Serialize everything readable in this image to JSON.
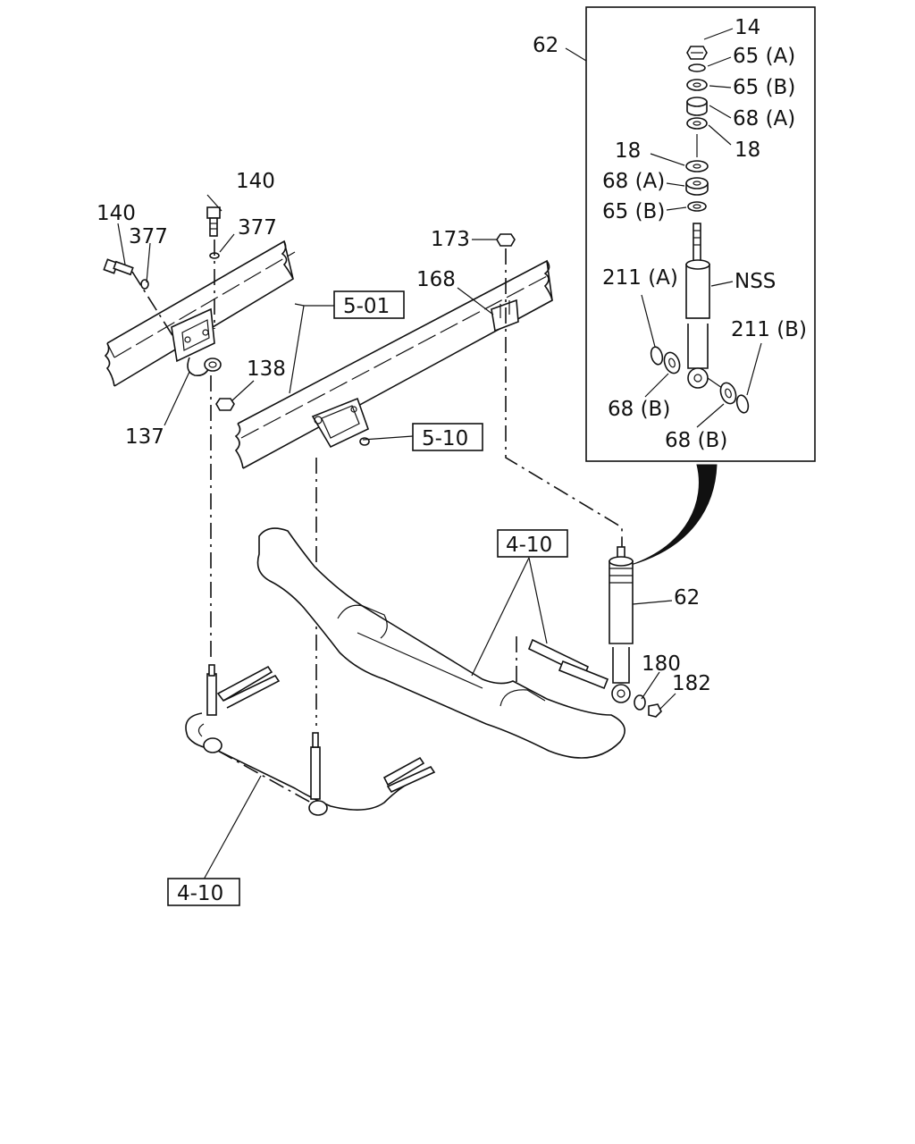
{
  "labels": {
    "l14": "14",
    "l65a": "65 (A)",
    "l65b_top": "65 (B)",
    "l68a_top": "68 (A)",
    "l18_right": "18",
    "l18_left": "18",
    "l68a_left": "68 (A)",
    "l65b_left": "65 (B)",
    "l62_top": "62",
    "l211a": "211 (A)",
    "lnss": "NSS",
    "l211b": "211 (B)",
    "l68b_left": "68 (B)",
    "l68b_bottom": "68 (B)",
    "l140_top": "140",
    "l140_left": "140",
    "l377_left": "377",
    "l377_right": "377",
    "l173": "173",
    "l168": "168",
    "l138": "138",
    "l137": "137",
    "l62_mid": "62",
    "l180": "180",
    "l182": "182"
  },
  "refs": {
    "r501": "5-01",
    "r510": "5-10",
    "r410_top": "4-10",
    "r410_bottom": "4-10"
  }
}
